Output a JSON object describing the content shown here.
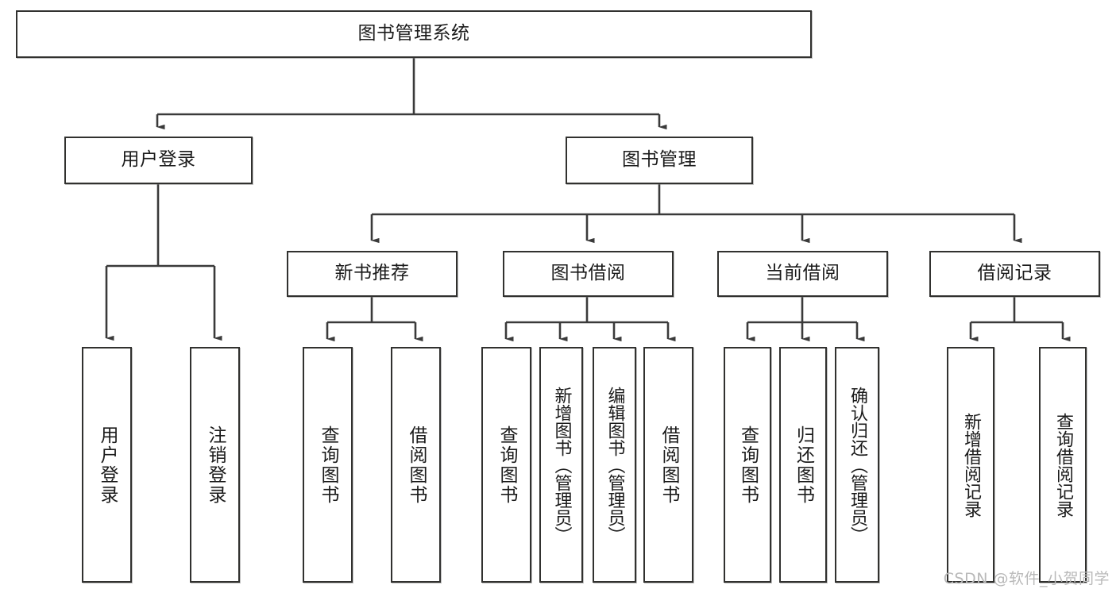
{
  "diagram": {
    "type": "tree",
    "title": "图书管理系统",
    "root": {
      "id": "root",
      "label": "图书管理系统",
      "orientation": "horizontal"
    },
    "level1": [
      {
        "id": "user-login",
        "label": "用户登录",
        "orientation": "horizontal"
      },
      {
        "id": "book-manage",
        "label": "图书管理",
        "orientation": "horizontal"
      }
    ],
    "level2": [
      {
        "id": "new-book-recommend",
        "label": "新书推荐",
        "parent": "book-manage",
        "orientation": "horizontal"
      },
      {
        "id": "book-borrow",
        "label": "图书借阅",
        "parent": "book-manage",
        "orientation": "horizontal"
      },
      {
        "id": "current-borrow",
        "label": "当前借阅",
        "parent": "book-manage",
        "orientation": "horizontal"
      },
      {
        "id": "borrow-record",
        "label": "借阅记录",
        "parent": "book-manage",
        "orientation": "horizontal"
      }
    ],
    "leaves": [
      {
        "id": "leaf-user-login",
        "label": "用户登录",
        "parent": "user-login",
        "orientation": "vertical"
      },
      {
        "id": "leaf-logout",
        "label": "注销登录",
        "parent": "user-login",
        "orientation": "vertical"
      },
      {
        "id": "leaf-query-book-1",
        "label": "查询图书",
        "parent": "new-book-recommend",
        "orientation": "vertical"
      },
      {
        "id": "leaf-borrow-book-1",
        "label": "借阅图书",
        "parent": "new-book-recommend",
        "orientation": "vertical"
      },
      {
        "id": "leaf-query-book-2",
        "label": "查询图书",
        "parent": "book-borrow",
        "orientation": "vertical"
      },
      {
        "id": "leaf-add-book",
        "label": "新增图书（管理员）",
        "parent": "book-borrow",
        "orientation": "vertical"
      },
      {
        "id": "leaf-edit-book",
        "label": "编辑图书（管理员）",
        "parent": "book-borrow",
        "orientation": "vertical"
      },
      {
        "id": "leaf-borrow-book-2",
        "label": "借阅图书",
        "parent": "book-borrow",
        "orientation": "vertical"
      },
      {
        "id": "leaf-query-book-3",
        "label": "查询图书",
        "parent": "current-borrow",
        "orientation": "vertical"
      },
      {
        "id": "leaf-return-book",
        "label": "归还图书",
        "parent": "current-borrow",
        "orientation": "vertical"
      },
      {
        "id": "leaf-confirm-return",
        "label": "确认归还（管理员）",
        "parent": "current-borrow",
        "orientation": "vertical"
      },
      {
        "id": "leaf-add-record",
        "label": "新增借阅记录",
        "parent": "borrow-record",
        "orientation": "vertical"
      },
      {
        "id": "leaf-query-record",
        "label": "查询借阅记录",
        "parent": "borrow-record",
        "orientation": "vertical"
      }
    ],
    "colors": {
      "background": "#ffffff",
      "box_border": "#31312f",
      "connector": "#3a3a3a",
      "text": "#1b1b1b",
      "watermark": "#b9b9b9"
    }
  },
  "watermark": {
    "text": "CSDN @软件_小贺同学"
  }
}
